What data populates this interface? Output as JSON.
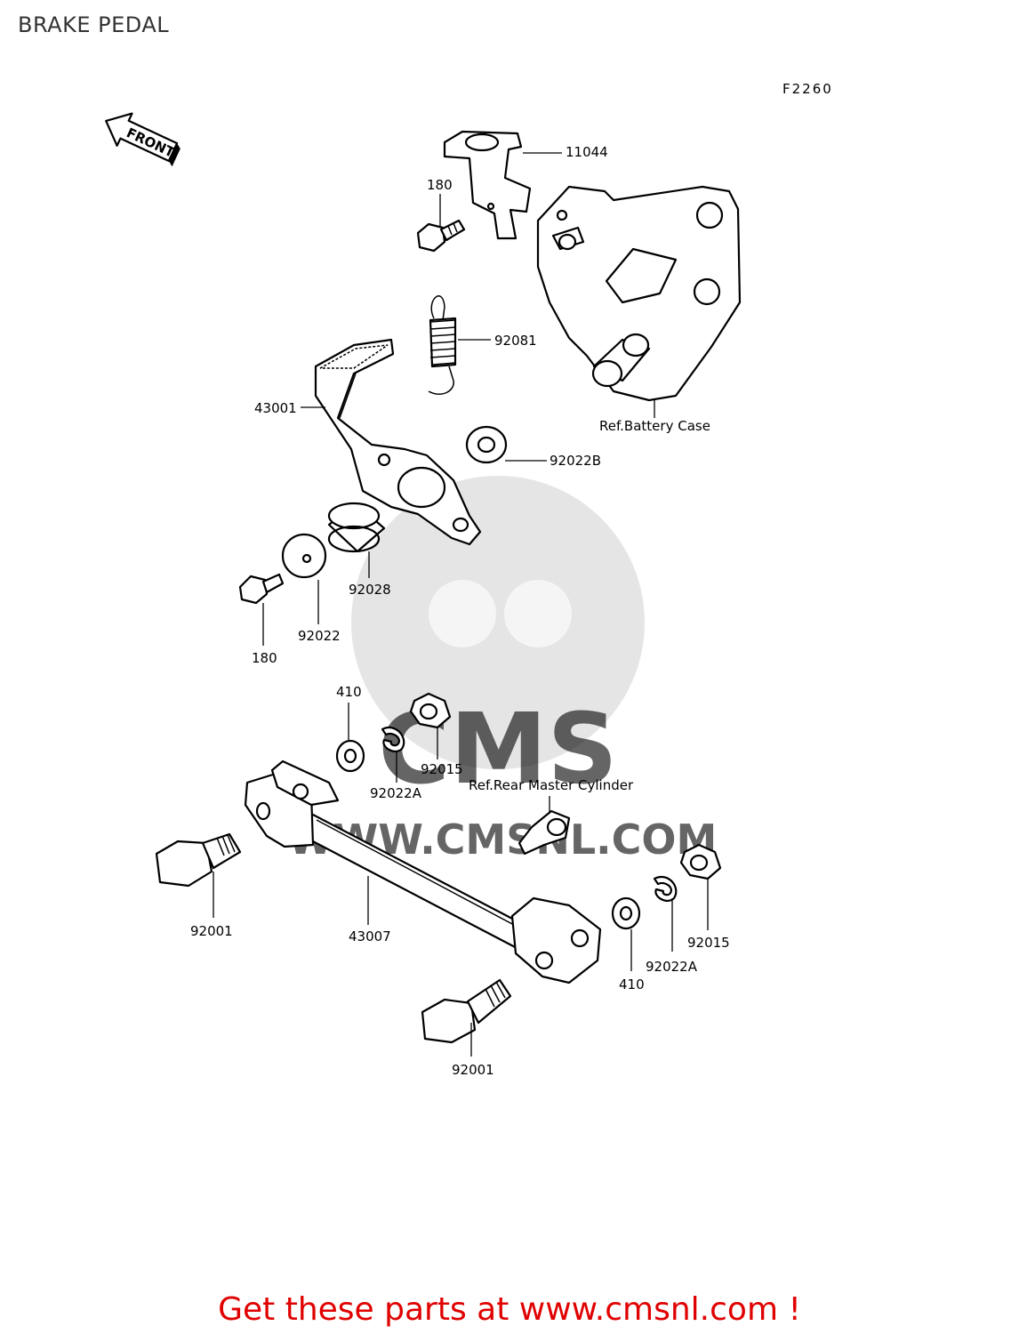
{
  "page_title": "BRAKE PEDAL",
  "figure_code": "F2260",
  "front_marker": "FRONT",
  "watermark": {
    "brand": "CMS",
    "url": "WWW.CMSNL.COM"
  },
  "callouts": {
    "c11044": "11044",
    "c180_top": "180",
    "c92081": "92081",
    "ref_battery": "Ref.Battery Case",
    "c43001": "43001",
    "c92022B": "92022B",
    "c92028": "92028",
    "c92022": "92022",
    "c180_bottom": "180",
    "c410_top": "410",
    "c92015_top": "92015",
    "c92022A_top": "92022A",
    "ref_master": "Ref.Rear Master Cylinder",
    "c92001_left": "92001",
    "c43007": "43007",
    "c410_bottom": "410",
    "c92022A_bottom": "92022A",
    "c92015_bottom": "92015",
    "c92001_bottom": "92001"
  },
  "footer_cta": "Get these parts at www.cmsnl.com !"
}
